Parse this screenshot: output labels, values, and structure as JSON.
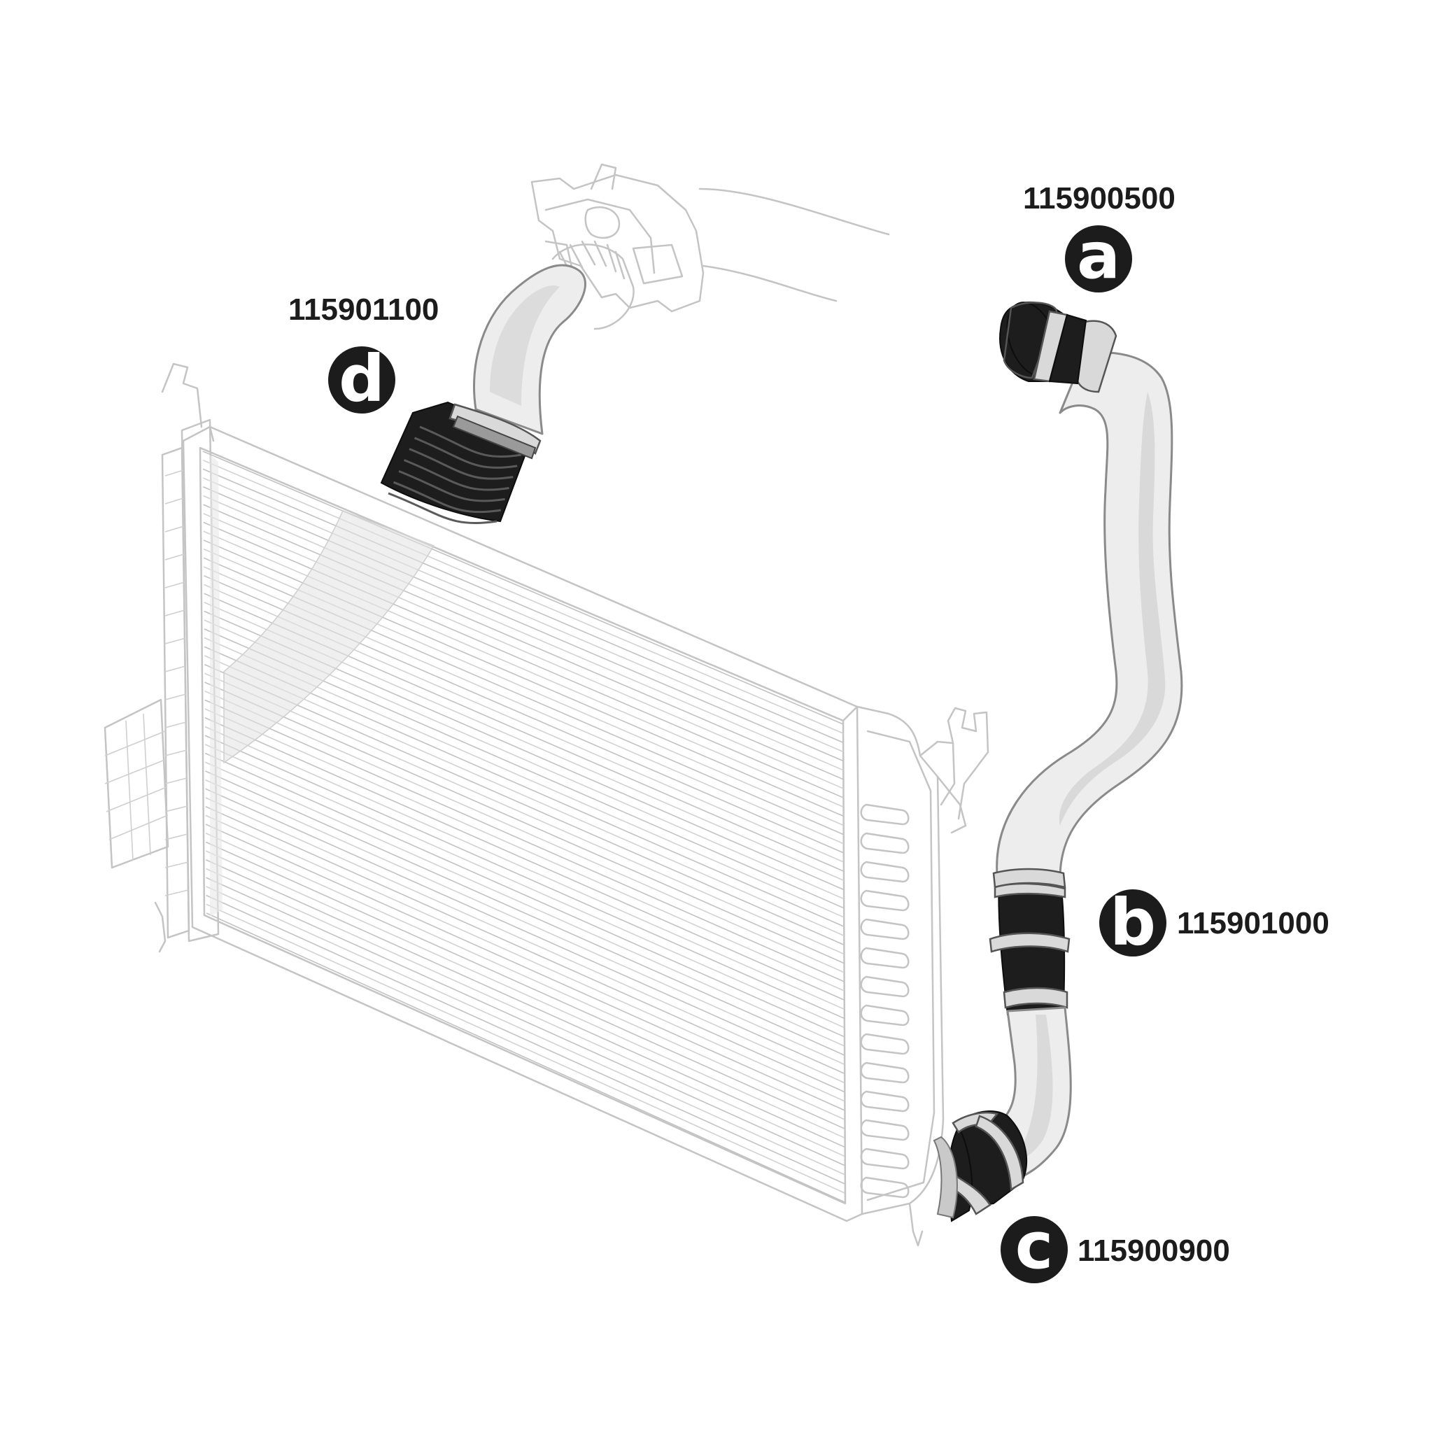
{
  "callouts": [
    {
      "id": "a",
      "letter": "a",
      "part_number": "115900500"
    },
    {
      "id": "b",
      "letter": "b",
      "part_number": "115901000"
    },
    {
      "id": "c",
      "letter": "c",
      "part_number": "115900900"
    },
    {
      "id": "d",
      "letter": "d",
      "part_number": "115901100"
    }
  ],
  "colors": {
    "callout_circle": "#1c1c1c",
    "callout_letter": "#ffffff",
    "hose_rubber": "#1d1d1d",
    "hose_pipe": "#ededed",
    "ghost_outline": "#c4c4c4"
  }
}
